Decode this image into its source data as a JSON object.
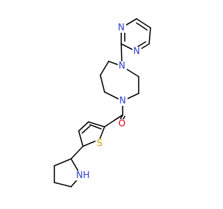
{
  "atoms": [
    {
      "id": "n_pyr_1",
      "element": "N",
      "label": "N",
      "color": "#2D3CC8"
    },
    {
      "id": "n_pyr_2",
      "element": "N",
      "label": "N",
      "color": "#2D3CC8"
    },
    {
      "id": "n_diaz_1",
      "element": "N",
      "label": "N",
      "color": "#2D3CC8"
    },
    {
      "id": "n_diaz_2",
      "element": "N",
      "label": "N",
      "color": "#2D3CC8"
    },
    {
      "id": "o_carbonyl",
      "element": "O",
      "label": "O",
      "color": "#E8000B"
    },
    {
      "id": "s_thiophene",
      "element": "S",
      "label": "S",
      "color": "#C8A000"
    },
    {
      "id": "nh_pyrrolidine",
      "element": "N",
      "label": "NH",
      "color": "#2D3CC8"
    }
  ],
  "bond_color": "#000000"
}
